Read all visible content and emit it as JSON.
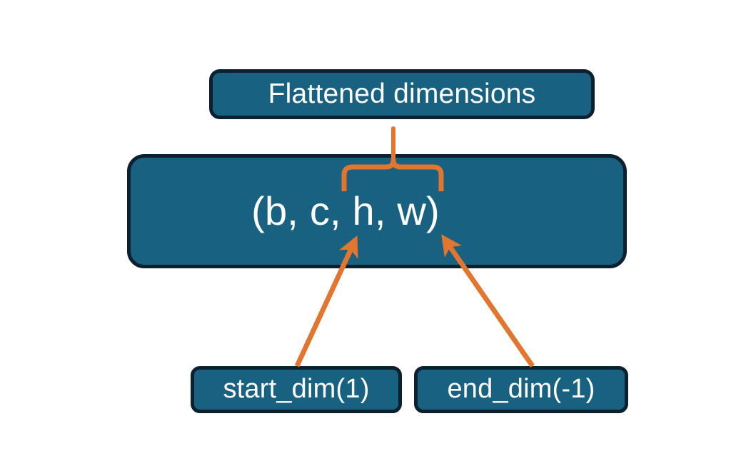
{
  "diagram": {
    "title": "Flatten dimensions diagram",
    "background_color": "#ffffff",
    "node_fill_color": "#186181",
    "node_border_color": "#0d2030",
    "node_text_color": "#ffffff",
    "connector_color": "#E2762E",
    "nodes": {
      "flattened": {
        "label": "Flattened dimensions"
      },
      "shape": {
        "label": "(b, c, h, w)"
      },
      "start_dim": {
        "label": "start_dim(1)"
      },
      "end_dim": {
        "label": "end_dim(-1)"
      }
    },
    "connectors": {
      "brace": {
        "name": "curly-brace-over-c-h-w"
      },
      "arrow_start": {
        "name": "arrow-start-dim-to-c"
      },
      "arrow_end": {
        "name": "arrow-end-dim-to-w"
      }
    }
  }
}
